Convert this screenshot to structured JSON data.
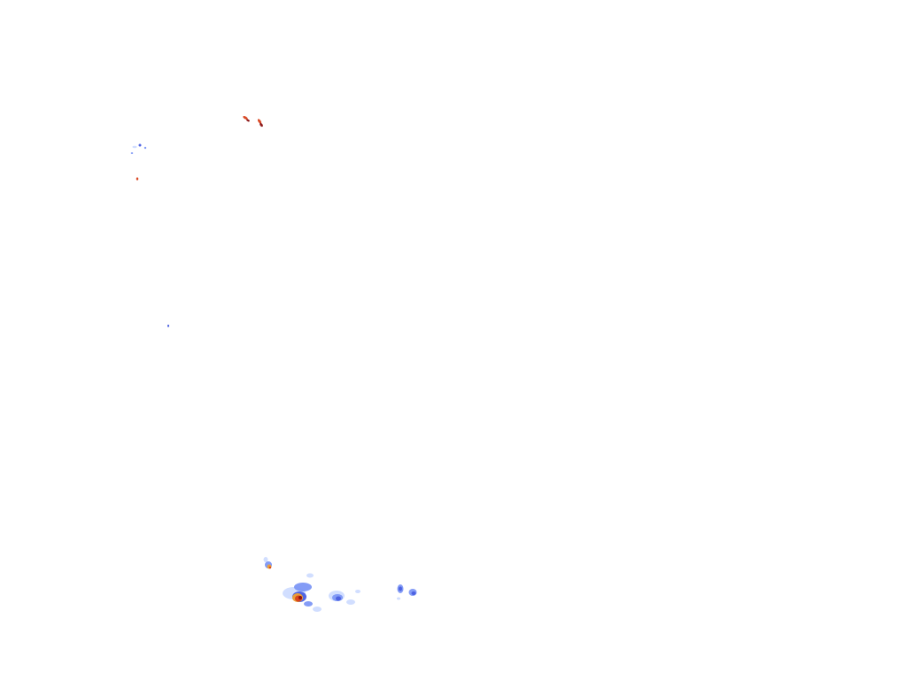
{
  "map": {
    "type": "weather-radar-reflectivity-overlay",
    "background_color": "#ffffff",
    "intensity_colors": {
      "light": "#c9d8ff",
      "moderate": "#7d97f5",
      "strong": "#4a5fe0",
      "heavy": "#f0a030",
      "intense": "#d8401a",
      "extreme": "#8a1010"
    },
    "echo_clusters": [
      {
        "name": "echo-northwest-streak",
        "peak_intensity": "extreme"
      },
      {
        "name": "echo-northwest-scatter",
        "peak_intensity": "strong"
      },
      {
        "name": "echo-northwest-speck",
        "peak_intensity": "intense"
      },
      {
        "name": "echo-west-speck",
        "peak_intensity": "strong"
      },
      {
        "name": "echo-south-cell-small",
        "peak_intensity": "heavy"
      },
      {
        "name": "echo-south-main-storm",
        "peak_intensity": "extreme"
      },
      {
        "name": "echo-south-band",
        "peak_intensity": "moderate"
      },
      {
        "name": "echo-southeast-cells",
        "peak_intensity": "strong"
      }
    ]
  }
}
